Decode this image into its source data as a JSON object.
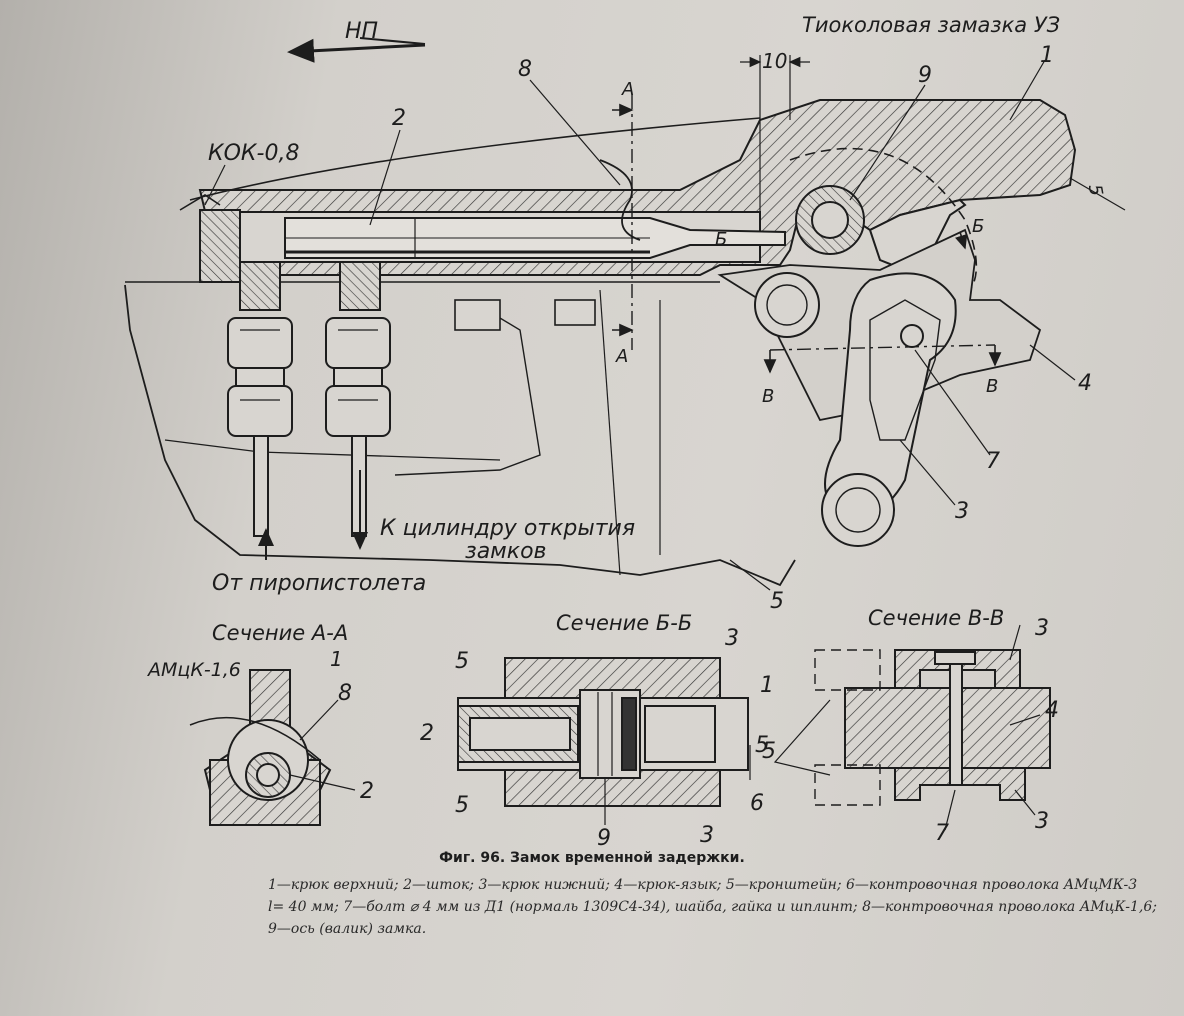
{
  "labels": {
    "direction": "НП",
    "sealant": "Тиоколовая замазка УЗ",
    "kok": "КОК-0,8",
    "dim10": "10",
    "dim5top": "5",
    "to_cylinder_1": "К цилиндру открытия",
    "to_cylinder_2": "замков",
    "from_pyro": "От пиропистолета",
    "sec_A": "А",
    "sec_B": "Б",
    "sec_V": "В",
    "amck": "АМцК-1,6",
    "dim5b": "5"
  },
  "callouts": {
    "n1": "1",
    "n2": "2",
    "n3": "3",
    "n4": "4",
    "n5": "5",
    "n6": "6",
    "n7": "7",
    "n8": "8",
    "n9": "9"
  },
  "sections": {
    "aa": "Сечение А-А",
    "bb": "Сечение Б-Б",
    "vv": "Сечение В-В"
  },
  "caption": {
    "title": "Фиг. 96. Замок временной задержки.",
    "line1": "1—крюк верхний; 2—шток; 3—крюк нижний; 4—крюк-язык; 5—кронштейн; 6—контровочная проволока АМцМК-3",
    "line2": "l= 40 мм; 7—болт ⌀ 4 мм из Д1 (нормаль 1309С4-34), шайба, гайка и шплинт; 8—контровочная проволока АМцК-1,6;",
    "line3": "9—ось (валик) замка."
  }
}
